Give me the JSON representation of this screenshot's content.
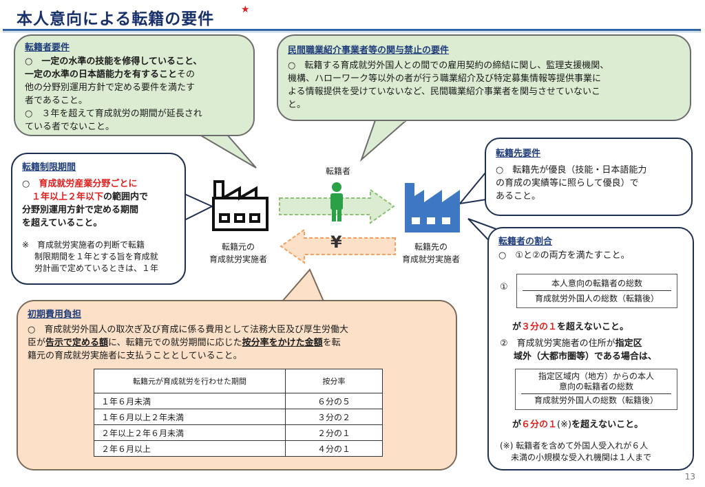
{
  "title": "本人意向による転籍の要件",
  "title_star": "★",
  "req_transfer": {
    "heading": "転籍者要件",
    "line1_a": "○　",
    "line1_b": "一定の水準の技能を修得していること、",
    "line2_b": "一定の水準の日本語能力を有すること",
    "line2_c": "その",
    "line3": "他の分野別運用方針で定める要件を満たす",
    "line4": "者であること。",
    "line5": "○　３年を超えて育成就労の期間が延長され",
    "line6": "ている者でないこと。"
  },
  "req_private": {
    "heading": "民間職業紹介事業者等の関与禁止の要件",
    "line1": "○　転籍する育成就労外国人との間での雇用契約の締結に関し、監理支援機関、",
    "line2": "機構、ハローワーク等以外の者が行う職業紹介及び特定募集情報等提供事業に",
    "line3": "よる情報提供を受けていないなど、民間職業紹介事業者を関与させていないこ",
    "line4": "と。"
  },
  "period": {
    "heading": "転籍制限期間",
    "line1_a": "○　",
    "line1_b": "育成就労産業分野ごとに",
    "line2_a": "１年以上２年以下",
    "line2_b": "の範囲内で",
    "line3": "分野別運用方針で定める期間",
    "line4": "を超えていること。",
    "note1": "※　育成就労実施者の判断で転籍",
    "note2": "制限期間を１年とする旨を育成就",
    "note3": "労計画で定めているときは、１年"
  },
  "dest_req": {
    "heading": "転籍先要件",
    "line1": "○　転籍先が優良（技能・日本語能力",
    "line2": "の育成の実績等に照らして優良）で",
    "line3": "あること。"
  },
  "ratio": {
    "heading": "転籍者の割合",
    "line1": "○　①と②の両方を満たすこと。",
    "c1_mark": "①",
    "c1_num": "本人意向の転籍者の総数",
    "c1_den": "育成就労外国人の総数（転籍後）",
    "c1_res_a": "が",
    "c1_res_b": "３分の１",
    "c1_res_c": "を超えないこと。",
    "c2_line1_a": "②　育成就労実施者の住所が",
    "c2_line1_b": "指定区",
    "c2_line2": "域外（大都市圏等）である場合は、",
    "c2_num1": "指定区域内（地方）からの本人",
    "c2_num2": "意向の転籍者の総数",
    "c2_den": "育成就労外国人の総数（転籍後）",
    "c2_res_a": "が",
    "c2_res_b": "６分の１",
    "c2_res_c": "(※)",
    "c2_res_d": "を超えないこと。",
    "note1": "(※) 転籍者を含めて外国人受入れが６人",
    "note2": "未満の小規模な受入れ機関は１人まで"
  },
  "diagram": {
    "person_label": "転籍者",
    "yen": "¥",
    "origin_label1": "転籍元の",
    "origin_label2": "育成就労実施者",
    "dest_label1": "転籍先の",
    "dest_label2": "育成就労実施者"
  },
  "initial_cost": {
    "heading": "初期費用負担",
    "line1": "○　育成就労外国人の取次ぎ及び育成に係る費用として法務大臣及び厚生労働大",
    "line2_a": "臣が",
    "line2_b": "告示で定める額",
    "line2_c": "に、転籍元での就労期間に応じた",
    "line2_d": "按分率をかけた金額",
    "line2_e": "を転",
    "line3": "籍元の育成就労実施者に支払うこととしていること。",
    "table_header": [
      "転籍元が育成就労を行わせた期間",
      "按分率"
    ],
    "table_rows": [
      [
        "１年６月未満",
        "６分の５"
      ],
      [
        "１年６月以上２年未満",
        "３分の２"
      ],
      [
        "２年以上２年６月未満",
        "２分の１"
      ],
      [
        "２年６月以上",
        "４分の１"
      ]
    ]
  },
  "page_number": "13",
  "colors": {
    "title": "#17306a",
    "green_fill": "#dcecd2",
    "orange_fill": "#fce0c7",
    "accent_red": "#e0201e",
    "person": "#2aa146",
    "dest_building": "#3f78c2"
  },
  "icons": [
    "factory-outline-icon",
    "factory-blue-icon",
    "person-icon",
    "arrow-right-icon",
    "arrow-left-icon"
  ]
}
